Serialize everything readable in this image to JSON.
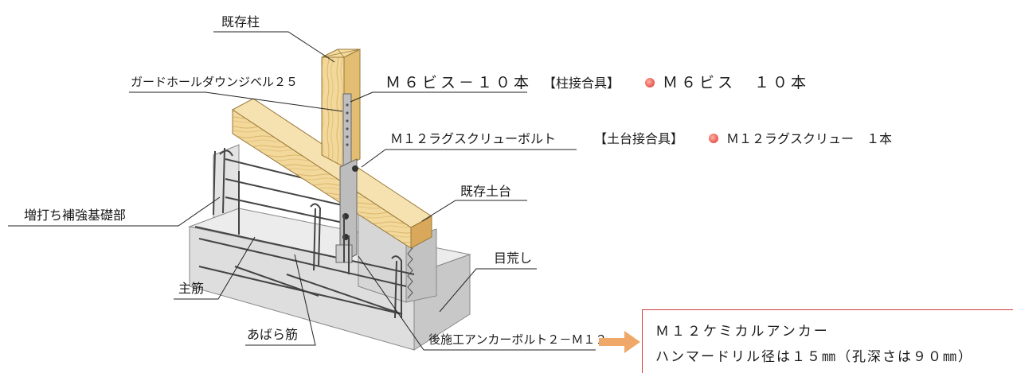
{
  "labels": {
    "existing_column": "既存柱",
    "guard_hole_bell": "ガードホールダウンジベル２５",
    "m6_screw": "Ｍ６ビス－１０本",
    "m12_lag": "Ｍ１２ラグスクリューボルト",
    "existing_sill": "既存土台",
    "additional_foundation": "増打ち補強基礎部",
    "roughening": "目荒し",
    "main_rebar": "主筋",
    "stirrup": "あばら筋",
    "anchor_bolt": "後施工アンカーボルト２－Ｍ１２"
  },
  "specs": {
    "column_hardware_title": "【柱接合具】",
    "column_hardware_value": "Ｍ６ビス　１０本",
    "sill_hardware_title": "【土台接合具】",
    "sill_hardware_value": "Ｍ１２ラグスクリュー　１本"
  },
  "note": {
    "line1": "Ｍ１２ケミカルアンカー",
    "line2": "ハンマードリル径は１５㎜（孔深さは９０㎜）"
  },
  "colors": {
    "wood_light": "#f2d89a",
    "wood_dark": "#e0b668",
    "concrete_light": "#eeeeee",
    "concrete_mid": "#d9d9d9",
    "concrete_dark": "#c4c4c4",
    "bullet": "#e8524a",
    "arrow": "#f0a868",
    "note_border": "#d23a3a"
  }
}
